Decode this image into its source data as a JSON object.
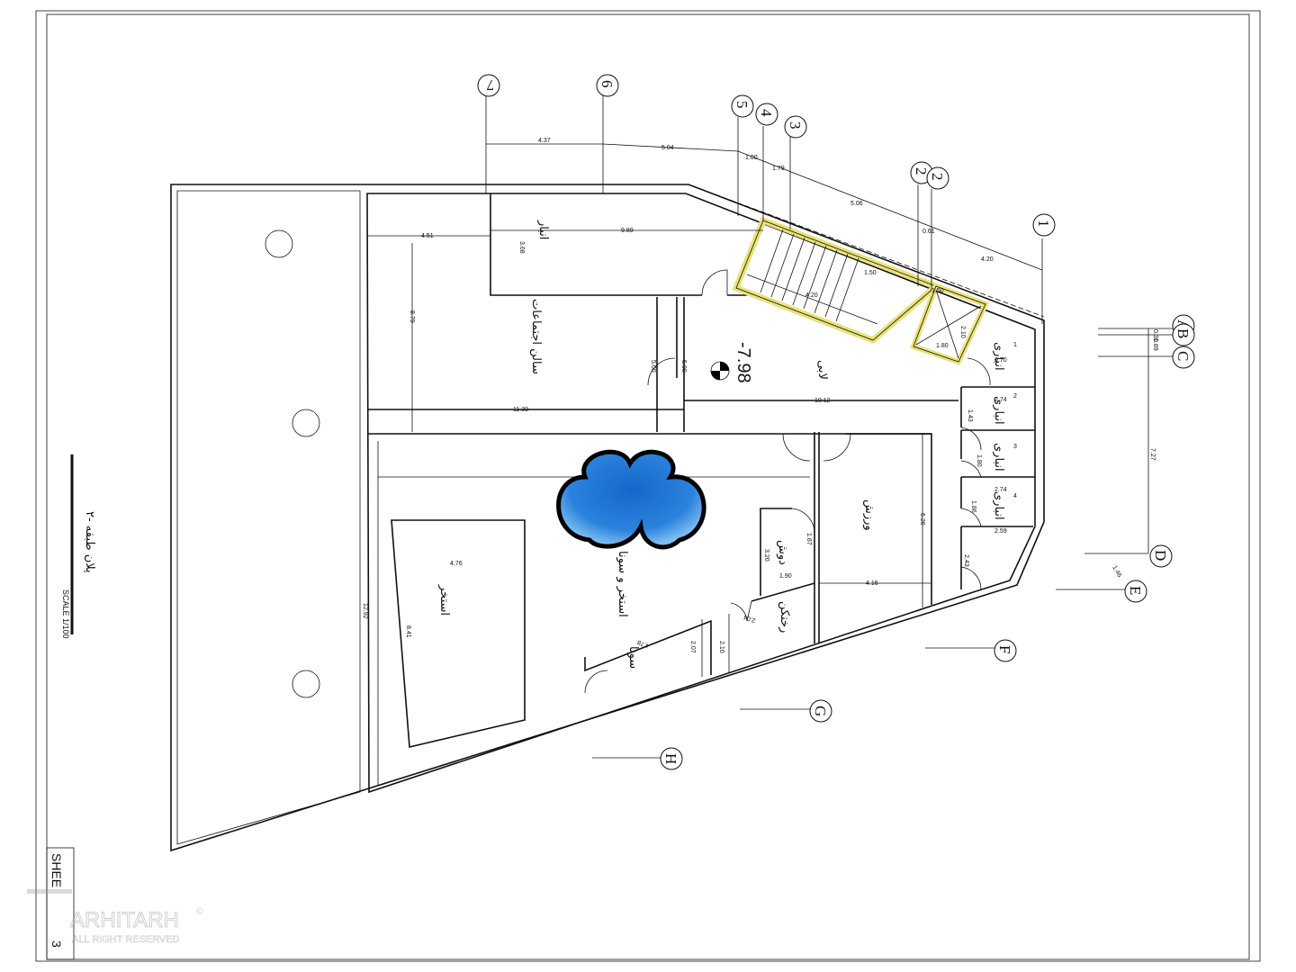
{
  "sheet": {
    "title": "پلان طبقه -۲",
    "scale": "SCALE 1/100",
    "sheet_label": "SHEE",
    "sheet_number": "3",
    "level": "-7.98"
  },
  "watermark": {
    "brand": "ARHITARH",
    "rights": "ALL RIGHT RESERVED",
    "copyright": "©"
  },
  "rooms": {
    "storage": "انبار",
    "meeting_hall": "سالن اجتماعات",
    "lobby": "لابی",
    "pool_sauna": "استخر و سونا",
    "pool": "استخر",
    "gym": "ورزش",
    "shower": "دوش",
    "changing": "رختکن",
    "sauna": "سونا",
    "storeroom": "انباری"
  },
  "storeroom_numbers": [
    "1",
    "2",
    "3",
    "4"
  ],
  "grid_axes": {
    "numbers": [
      "7",
      "6",
      "5",
      "4",
      "3",
      "2",
      "2",
      "1"
    ],
    "letters": [
      "A",
      "B",
      "C",
      "D",
      "E",
      "F",
      "G",
      "H"
    ]
  },
  "dimensions": [
    "4.37",
    "5.04",
    "1.00",
    "1.79",
    "5.06",
    "0.61",
    "4.20",
    "4.51",
    "9.89",
    "3.68",
    "8.79",
    "11.39",
    "5.00",
    "5.00",
    "10.12",
    "4.20",
    "1.50",
    "1.50",
    "2.10",
    "1.80",
    "0.70",
    "2.74",
    "2.74",
    "2.59",
    "1.43",
    "1.80",
    "1.86",
    "2.43",
    "0.31",
    "0.89",
    "7.27",
    "1.46",
    "4.76",
    "8.41",
    "12.92",
    "3.20",
    "1.90",
    "1.87",
    "4.16",
    "6.26",
    "2.04",
    "4.78",
    "2.07",
    "2.10"
  ],
  "colors": {
    "pool": "#1f6fd1",
    "stair_hatch": "#e8e27a",
    "line": "#111111"
  }
}
